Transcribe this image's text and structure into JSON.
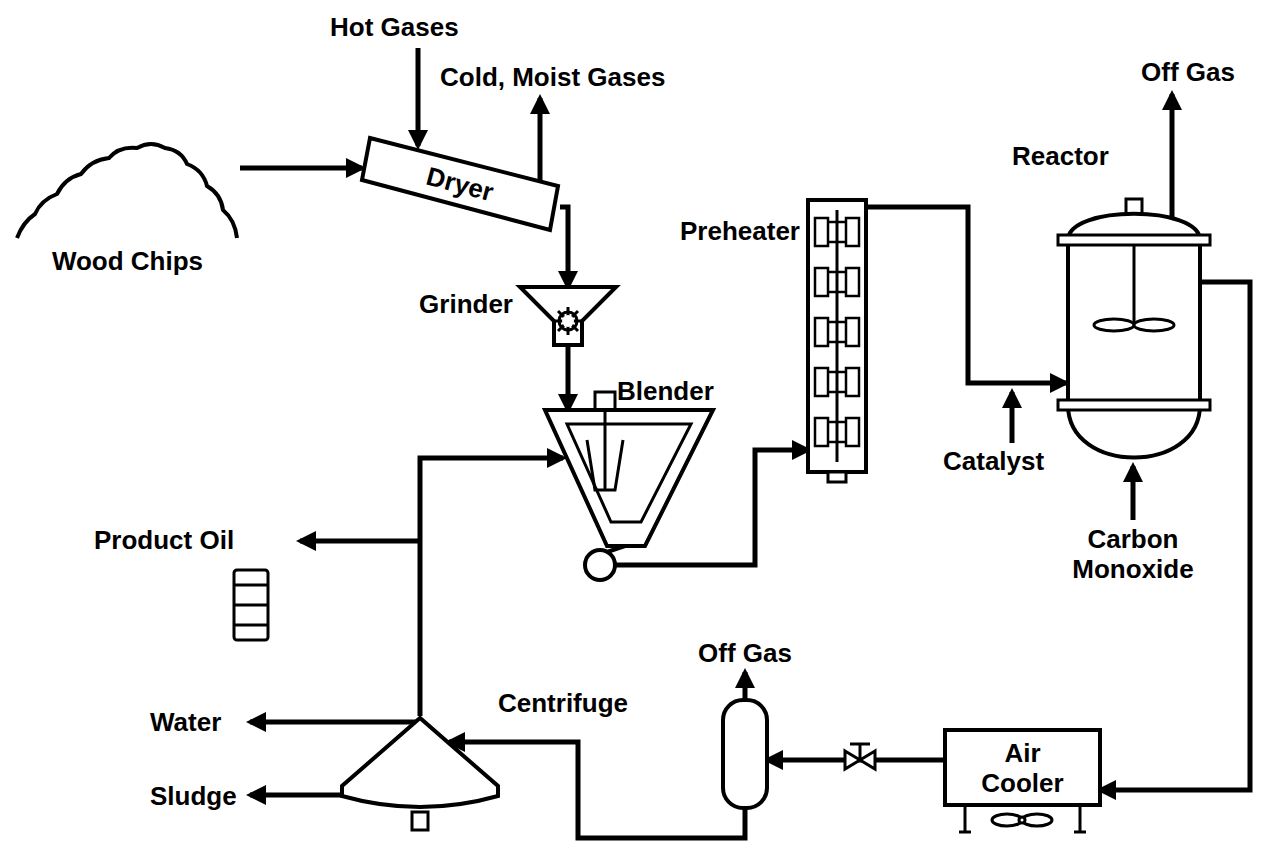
{
  "diagram": {
    "nodes": [
      {
        "text": [
          "Wood Chips"
        ]
      },
      {
        "text": [
          "Dryer"
        ]
      },
      {
        "text": [
          "Grinder"
        ]
      },
      {
        "text": [
          "Blender"
        ]
      },
      {
        "text": [
          "Preheater"
        ]
      },
      {
        "text": [
          "Reactor"
        ]
      },
      {
        "text": [
          "Air Cooler"
        ]
      },
      {
        "text": [
          "Off Gas"
        ]
      },
      {
        "text": [
          "Centrifuge"
        ]
      }
    ],
    "edges": [
      {
        "from": 0,
        "to": 1,
        "arrow": "to"
      },
      {
        "from": 1,
        "to": 2,
        "arrow": "to"
      },
      {
        "from": 2,
        "to": 3,
        "arrow": "to"
      },
      {
        "from": 3,
        "to": 4,
        "arrow": "to"
      },
      {
        "from": 4,
        "to": 5,
        "arrow": "to"
      },
      {
        "from": 5,
        "to": 6,
        "arrow": "to"
      },
      {
        "from": 6,
        "to": 7,
        "arrow": "to"
      },
      {
        "from": 7,
        "to": 8,
        "arrow": "to"
      },
      {
        "from": 8,
        "to": 3,
        "arrow": "to"
      }
    ],
    "labels": [
      "Hot Gases",
      "Cold, Moist Gases",
      "Off Gas",
      "Catalyst",
      "Carbon Monoxide",
      "Product Oil",
      "Water",
      "Sludge"
    ]
  }
}
